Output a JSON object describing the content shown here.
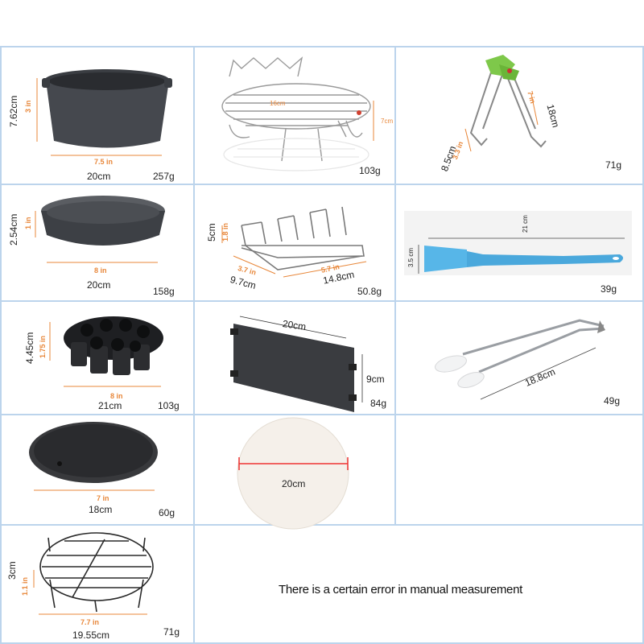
{
  "note": "There is a certain error in manual measurement",
  "items": [
    {
      "id": "basket",
      "in_w": "7.5 in",
      "cm_w": "20cm",
      "in_h": "3 in",
      "cm_h": "7.62cm",
      "weight": "257g"
    },
    {
      "id": "double-rack",
      "cm_w": "16cm",
      "cm_h": "7cm",
      "weight": "103g"
    },
    {
      "id": "clip",
      "in_h": "7 in",
      "cm_h": "18cm",
      "in_w": "3.3 in",
      "cm_w": "8.5cm",
      "weight": "71g"
    },
    {
      "id": "pizza-pan",
      "in_w": "8 in",
      "cm_w": "20cm",
      "in_h": "1 in",
      "cm_h": "2.54cm",
      "weight": "158g"
    },
    {
      "id": "skewer-rack",
      "in_h": "1.8 in",
      "cm_h": "5cm",
      "in_d": "3.7 in",
      "cm_d": "9.7cm",
      "in_w": "5.7 in",
      "cm_w": "14.8cm",
      "weight": "50.8g"
    },
    {
      "id": "oil-brush",
      "cm_w": "21 cm",
      "cm_h": "3.5 cm",
      "weight": "39g"
    },
    {
      "id": "muffin-mold",
      "in_h": "1.75 in",
      "cm_h": "4.45cm",
      "in_w": "8 in",
      "cm_w": "21cm",
      "weight": "103g"
    },
    {
      "id": "griddle",
      "cm_w": "20cm",
      "cm_h": "9cm",
      "weight": "84g"
    },
    {
      "id": "tongs",
      "cm_w": "18.8cm",
      "weight": "49g"
    },
    {
      "id": "silicone-mat",
      "in_w": "7 in",
      "cm_w": "18cm",
      "weight": "60g"
    },
    {
      "id": "parchment",
      "cm_w": "20cm"
    },
    {
      "id": "rack",
      "in_w": "7.7 in",
      "cm_w": "19.55cm",
      "in_h": "1.1 in",
      "cm_h": "3cm",
      "weight": "71g"
    }
  ]
}
